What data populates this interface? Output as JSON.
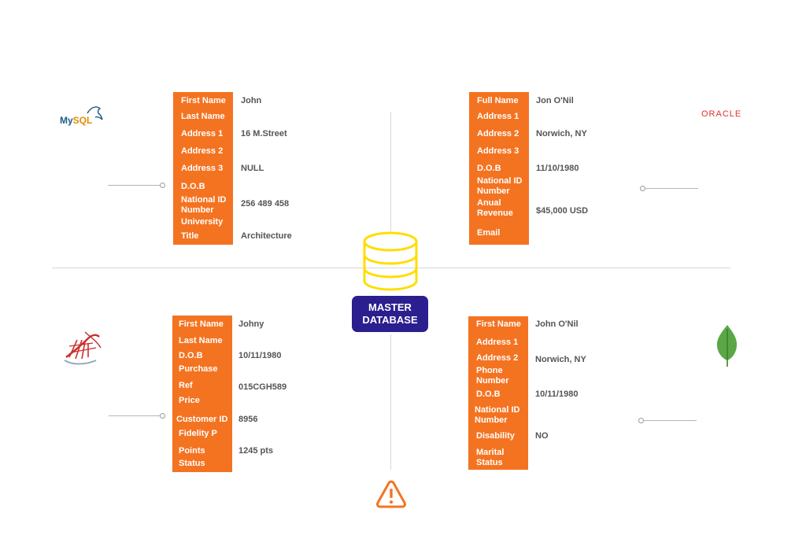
{
  "logos": {
    "mysql": {
      "text_a": "My",
      "text_b": "SQL"
    },
    "oracle": {
      "text": "ORACLE"
    }
  },
  "master": {
    "line1": "MASTER",
    "line2": "DATABASE"
  },
  "cards": {
    "top_left": {
      "labels": [
        "First Name",
        "Last Name",
        "Address 1",
        "Address 2",
        "Address 3",
        "D.O.B",
        "National ID",
        "Number",
        "University",
        "Title"
      ],
      "values": [
        "John",
        "16 M.Street",
        "NULL",
        "256 489 458",
        "Architecture"
      ]
    },
    "top_right": {
      "labels": [
        "Full Name",
        "Address 1",
        "Address 2",
        "Address 3",
        "D.O.B",
        "National ID",
        "Number",
        "Anual",
        "Revenue",
        "Email"
      ],
      "values": [
        "Jon O'Nil",
        "Norwich, NY",
        "11/10/1980",
        "$45,000 USD"
      ]
    },
    "bottom_left": {
      "labels": [
        "First Name",
        "Last Name",
        "D.O.B",
        "Purchase",
        "Ref",
        "Price",
        "Customer ID",
        "Fidelity P",
        "Points",
        "Status"
      ],
      "values": [
        "Johny",
        "10/11/1980",
        "015CGH589",
        "8956",
        "1245 pts"
      ]
    },
    "bottom_right": {
      "labels": [
        "First Name",
        "Address 1",
        "Address 2",
        "Phone",
        "Number",
        "D.O.B",
        "National ID",
        "Number",
        "Disability",
        "Marital",
        "Status"
      ],
      "values": [
        "John O'Nil",
        "Norwich, NY",
        "10/11/1980",
        "NO"
      ]
    }
  },
  "colors": {
    "card_orange": "#f47321",
    "master_blue": "#2b1e8e",
    "db_yellow": "#ffdd00",
    "warning_orange": "#f47321",
    "mongodb_green": "#5aa845"
  }
}
